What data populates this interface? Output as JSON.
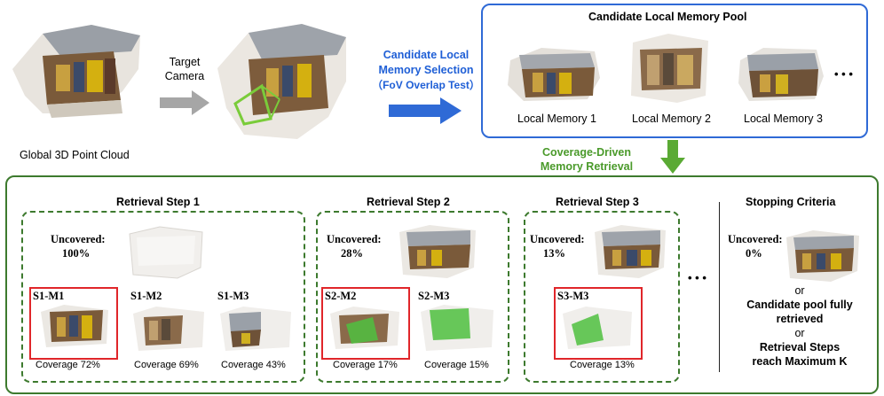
{
  "top": {
    "global_label": "Global 3D Point Cloud",
    "target_camera": "Target\nCamera",
    "selection_label_1": "Candidate Local",
    "selection_label_2": "Memory Selection",
    "selection_label_3": "（FoV Overlap Test）",
    "pool_title": "Candidate Local Memory Pool",
    "pool_items": [
      "Local Memory 1",
      "Local Memory 2",
      "Local Memory 3"
    ],
    "pool_ellipsis": "• • •",
    "retrieval_label_1": "Coverage-Driven",
    "retrieval_label_2": "Memory Retrieval"
  },
  "steps": [
    {
      "title": "Retrieval Step 1",
      "uncovered_label": "Uncovered:",
      "uncovered_value": "100%",
      "candidates": [
        {
          "label": "S1-M1",
          "coverage": "Coverage 72%",
          "selected": true
        },
        {
          "label": "S1-M2",
          "coverage": "Coverage 69%",
          "selected": false
        },
        {
          "label": "S1-M3",
          "coverage": "Coverage 43%",
          "selected": false
        }
      ]
    },
    {
      "title": "Retrieval Step 2",
      "uncovered_label": "Uncovered:",
      "uncovered_value": "28%",
      "candidates": [
        {
          "label": "S2-M2",
          "coverage": "Coverage 17%",
          "selected": true
        },
        {
          "label": "S2-M3",
          "coverage": "Coverage 15%",
          "selected": false
        }
      ]
    },
    {
      "title": "Retrieval Step 3",
      "uncovered_label": "Uncovered:",
      "uncovered_value": "13%",
      "candidates": [
        {
          "label": "S3-M3",
          "coverage": "Coverage 13%",
          "selected": true
        }
      ]
    }
  ],
  "steps_ellipsis": "• • •",
  "stopping": {
    "title": "Stopping Criteria",
    "uncovered_label": "Uncovered:",
    "uncovered_value": "0%",
    "or_1": "or",
    "criterion_2a": "Candidate pool fully",
    "criterion_2b": "retrieved",
    "or_2": "or",
    "criterion_3a": "Retrieval Steps",
    "criterion_3b": "reach Maximum K"
  },
  "colors": {
    "blue": "#2f6ad6",
    "blue_text": "#1f5fd6",
    "green_border": "#3d7a2e",
    "green_text": "#4a9a2a",
    "green_arrow": "#5aaa34",
    "red": "#e0262a",
    "grey_arrow": "#a6a6a6"
  }
}
